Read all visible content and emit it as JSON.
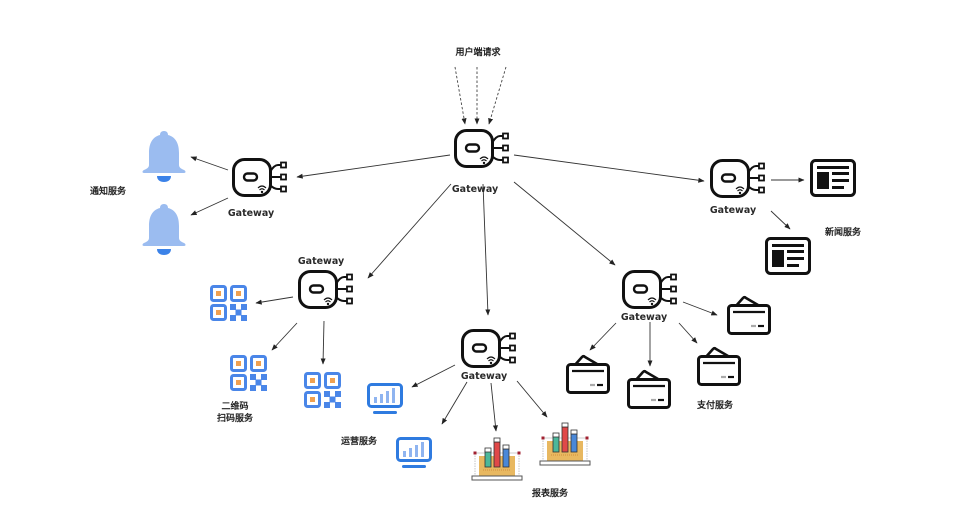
{
  "diagram": {
    "title": "用户端请求",
    "colors": {
      "bell_body": "#9bbcf0",
      "bell_clapper": "#3b82e8",
      "qr_blue": "#4a86e8",
      "qr_orange": "#f0a050",
      "monitor_blue": "#2f7be0",
      "monitor_bars": "#8fb4f0",
      "chart_base": "#e8b860",
      "chart_red": "#e04848",
      "chart_green": "#4cb89a",
      "chart_blue": "#4a88d8",
      "icon_dark": "#111111"
    },
    "nodes": {
      "gateway_root": {
        "label": "Gateway",
        "icon": "gateway-icon"
      },
      "gateway_notify": {
        "label": "Gateway",
        "icon": "gateway-icon"
      },
      "gateway_qr": {
        "label": "Gateway",
        "icon": "gateway-icon"
      },
      "gateway_report": {
        "label": "Gateway",
        "icon": "gateway-icon"
      },
      "gateway_pay": {
        "label": "Gateway",
        "icon": "gateway-icon"
      },
      "gateway_news": {
        "label": "Gateway",
        "icon": "gateway-icon"
      }
    },
    "services": {
      "notify": {
        "label": "通知服务",
        "icon": "bell-icon",
        "count": 2
      },
      "qr": {
        "label_line1": "二维码",
        "label_line2": "扫码服务",
        "icon": "qr-code-icon",
        "count": 3
      },
      "ops": {
        "label": "运营服务",
        "icon": "monitor-chart-icon",
        "count": 2
      },
      "report": {
        "label": "报表服务",
        "icon": "bar-chart-icon",
        "count": 2
      },
      "pay": {
        "label": "支付服务",
        "icon": "wallet-card-icon",
        "count": 4
      },
      "news": {
        "label": "新闻服务",
        "icon": "newspaper-icon",
        "count": 2
      }
    },
    "edges": [
      {
        "from": "用户端请求",
        "to": "gateway_root",
        "style": "dashed",
        "count": 3
      },
      {
        "from": "gateway_root",
        "to": "gateway_notify"
      },
      {
        "from": "gateway_root",
        "to": "gateway_qr"
      },
      {
        "from": "gateway_root",
        "to": "gateway_report"
      },
      {
        "from": "gateway_root",
        "to": "gateway_pay"
      },
      {
        "from": "gateway_root",
        "to": "gateway_news"
      },
      {
        "from": "gateway_notify",
        "to": "notify",
        "count": 2
      },
      {
        "from": "gateway_qr",
        "to": "qr",
        "count": 3
      },
      {
        "from": "gateway_report",
        "to": "ops",
        "count": 2
      },
      {
        "from": "gateway_report",
        "to": "report",
        "count": 2
      },
      {
        "from": "gateway_pay",
        "to": "pay",
        "count": 4
      },
      {
        "from": "gateway_news",
        "to": "news",
        "count": 2
      }
    ]
  }
}
